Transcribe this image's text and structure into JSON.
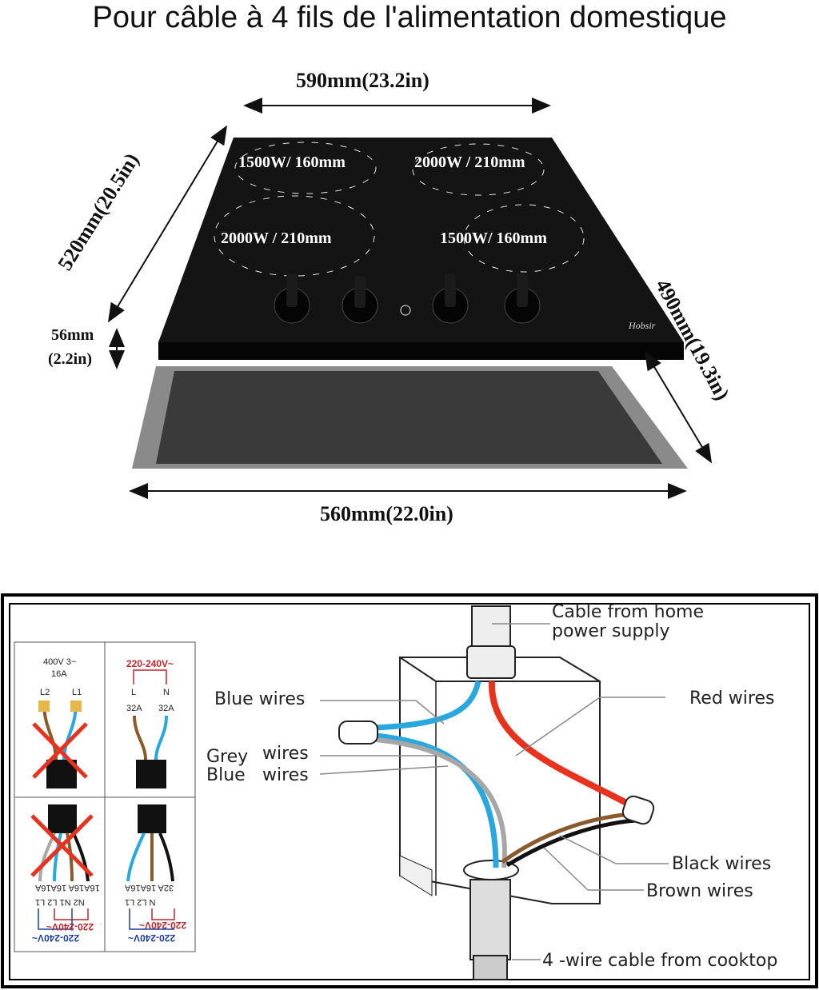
{
  "title": "Pour câble à 4 fils de l'alimentation domestique",
  "dimensions": {
    "top_width": "590mm(23.2in)",
    "left_depth": "520mm(20.5in)",
    "right_depth": "490mm(19.3in)",
    "height_mm": "56mm",
    "height_in": "(2.2in)",
    "bottom_width": "560mm(22.0in)"
  },
  "zones": {
    "top_left": "1500W/ 160mm",
    "top_right": "2000W / 210mm",
    "bottom_left": "2000W / 210mm",
    "bottom_right": "1500W/ 160mm"
  },
  "brand": "Hobsir",
  "wiring": {
    "cable_home": "Cable from home",
    "cable_home_2": "power supply",
    "blue_wires": "Blue wires",
    "grey_wires_a": "Grey",
    "grey_wires_b": "wires",
    "blue_wires_2a": "Blue",
    "blue_wires_2b": "wires",
    "red_wires": "Red wires",
    "black_wires": "Black wires",
    "brown_wires": "Brown wires",
    "cooktop_cable": "4 -wire cable from cooktop"
  },
  "panel": {
    "q1_voltage": "400V 3~",
    "q1_amp": "16A",
    "q1_l2": "L2",
    "q1_l1": "L1",
    "q2_voltage": "220-240V~",
    "q2_l": "L",
    "q2_n": "N",
    "q2_a1": "32A",
    "q2_a2": "32A",
    "q3_voltage_red": "220-240V~",
    "q3_voltage_blue": "220-240V~",
    "q3_terms": "N2 N1 L2 L1",
    "q3_amps": "16A16A 16A16A",
    "q4_voltage_red": "220-240V~",
    "q4_voltage_blue": "220-240V~",
    "q4_terms": "N L2 L1",
    "q4_amps": "32A 16A16A"
  },
  "colors": {
    "blue_wire": "#29a8e0",
    "red_wire": "#e8321e",
    "grey_wire": "#a7a7a7",
    "brown_wire": "#8b5a2b",
    "cooktop_glass": "#121212"
  }
}
